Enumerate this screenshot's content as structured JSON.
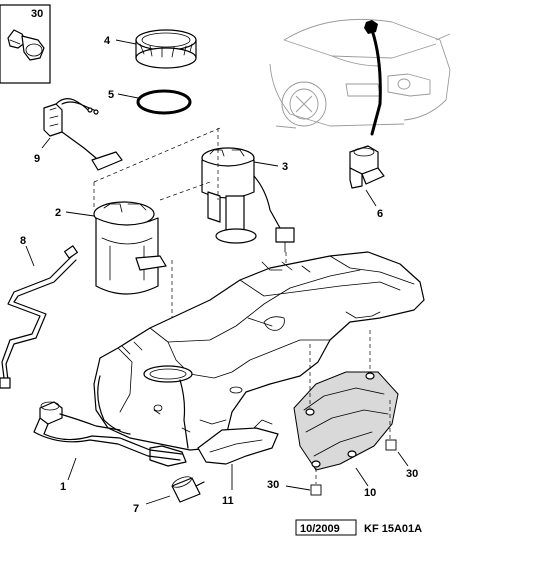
{
  "callouts": {
    "c30_box": "30",
    "c4": "4",
    "c5": "5",
    "c9": "9",
    "c3": "3",
    "c2": "2",
    "c8": "8",
    "c6": "6",
    "c1": "1",
    "c7": "7",
    "c11": "11",
    "c30_bottom": "30",
    "c10": "10",
    "c30_right": "30"
  },
  "footer": {
    "date": "10/2009",
    "code": "KF 15A01A"
  }
}
